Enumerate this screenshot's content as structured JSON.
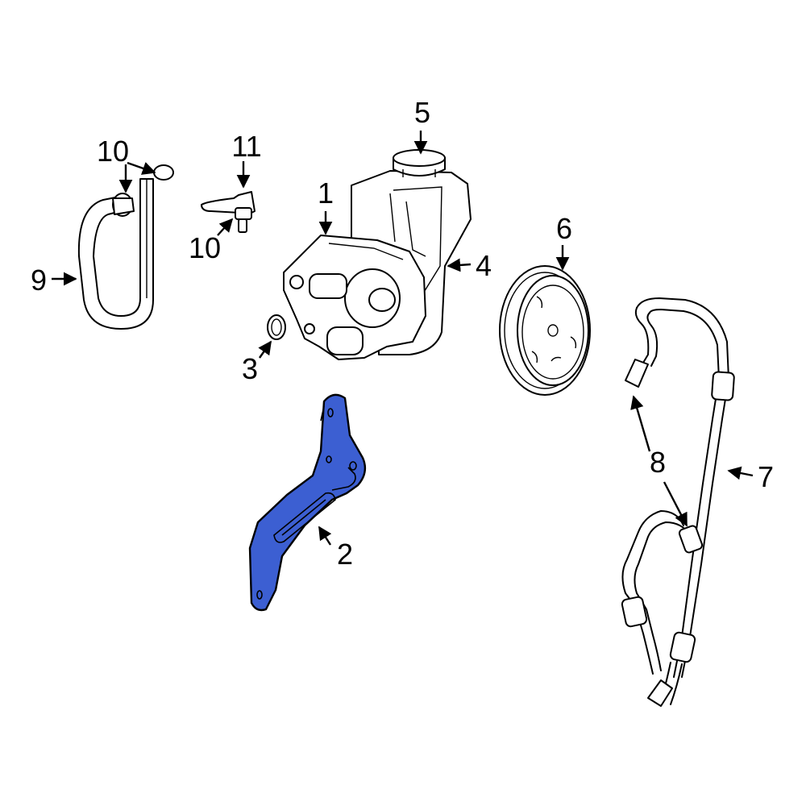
{
  "diagram": {
    "highlight_color": "#3c5fd2",
    "callouts": [
      {
        "id": "c1",
        "label": "1"
      },
      {
        "id": "c2",
        "label": "2"
      },
      {
        "id": "c3",
        "label": "3"
      },
      {
        "id": "c4",
        "label": "4"
      },
      {
        "id": "c5",
        "label": "5"
      },
      {
        "id": "c6",
        "label": "6"
      },
      {
        "id": "c7",
        "label": "7"
      },
      {
        "id": "c8",
        "label": "8"
      },
      {
        "id": "c9",
        "label": "9"
      },
      {
        "id": "c10a",
        "label": "10"
      },
      {
        "id": "c10b",
        "label": "10"
      },
      {
        "id": "c11",
        "label": "11"
      }
    ]
  }
}
